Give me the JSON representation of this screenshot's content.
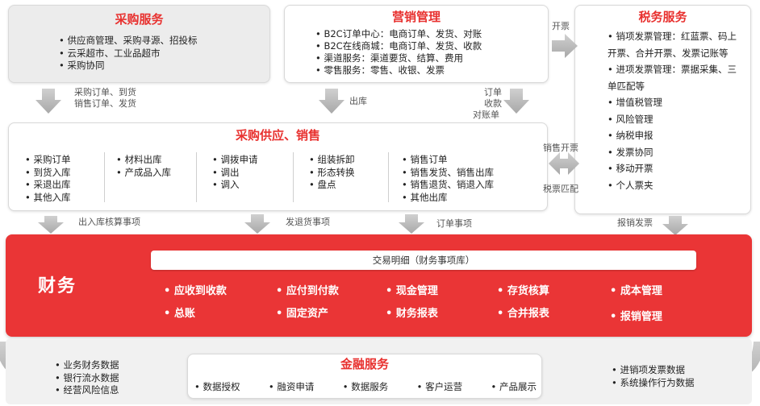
{
  "procurement": {
    "title": "采购服务",
    "items": [
      "供应商管理、采购寻源、招投标",
      "云采超市、工业品超市",
      "采购协同"
    ]
  },
  "marketing": {
    "title": "营销管理",
    "items": [
      "B2C订单中心：电商订单、发货、对账",
      "B2C在线商城：电商订单、发货、收款",
      "渠道服务：渠道要货、结算、费用",
      "零售服务：零售、收银、发票"
    ]
  },
  "tax": {
    "title": "税务服务",
    "items": [
      "销项发票管理：红蓝票、码上开票、合并开票、发票记账等",
      "进项发票管理：票据采集、三单匹配等",
      "增值税管理",
      "风险管理",
      "纳税申报",
      "发票协同",
      "移动开票",
      "个人票夹"
    ]
  },
  "supply": {
    "title": "采购供应、销售",
    "col1": [
      "采购订单",
      "到货入库",
      "采退出库",
      "其他入库"
    ],
    "col2": [
      "材料出库",
      "产成品入库"
    ],
    "col3": [
      "调拨申请",
      "调出",
      "调入"
    ],
    "col4": [
      "组装拆卸",
      "形态转换",
      "盘点"
    ],
    "col5": [
      "销售订单",
      "销售发货、销售出库",
      "销售退货、销退入库",
      "其他出库"
    ]
  },
  "flows": {
    "procurement_to_supply": [
      "采购订单、到货",
      "销售订单、发货"
    ],
    "marketing_to_supply": "出库",
    "marketing_order": [
      "订单",
      "收款",
      "对账单"
    ],
    "invoice": "开票",
    "sales_invoice": "销售开票",
    "tax_match": "税票匹配",
    "inout": "出入库核算事项",
    "ship_return": "发退货事项",
    "order_item": "订单事项",
    "expense_invoice": "报销发票"
  },
  "finance": {
    "title": "财务",
    "ledger": "交易明细（财务事项库）",
    "row1": [
      "应收到收款",
      "应付到付款",
      "现金管理",
      "存货核算",
      "成本管理"
    ],
    "row2": [
      "总账",
      "固定资产",
      "财务报表",
      "合并报表",
      "报销管理"
    ]
  },
  "left_data": [
    "业务财务数据",
    "银行流水数据",
    "经营风险信息"
  ],
  "fintech": {
    "title": "金融服务",
    "items": [
      "数据授权",
      "融资申请",
      "数据服务",
      "客户运营",
      "产品展示"
    ]
  },
  "right_data": [
    "进销项发票数据",
    "系统操作行为数据"
  ],
  "colors": {
    "accent": "#e8312f",
    "finance_bg": "#ea3536",
    "arrow": "#b5b5b5"
  }
}
